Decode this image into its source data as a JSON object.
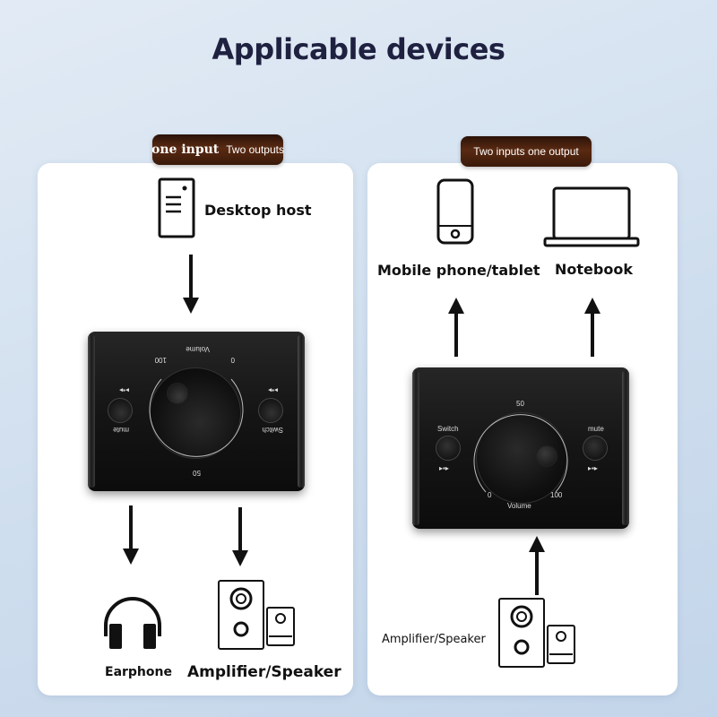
{
  "title": "Applicable devices",
  "left_panel": {
    "tag_big": "one input",
    "tag_small": "Two outputs",
    "source_label": "Desktop host",
    "output1_label": "Earphone",
    "output2_label": "Amplifier/Speaker",
    "device": {
      "volume_label": "Volume",
      "mark_0": "0",
      "mark_50": "50",
      "mark_100": "100",
      "mute_label": "mute",
      "switch_label": "Switch"
    }
  },
  "right_panel": {
    "tag_text": "Two inputs one output",
    "output1_label": "Mobile phone/tablet",
    "output2_label": "Notebook",
    "source_label": "Amplifier/Speaker",
    "device": {
      "volume_label": "Volume",
      "mark_0": "0",
      "mark_50": "50",
      "mark_100": "100",
      "mute_label": "mute",
      "switch_label": "Switch"
    }
  },
  "colors": {
    "background": "#cfdeee",
    "title": "#1f2140",
    "tag_bg": "#3a1a0a"
  }
}
